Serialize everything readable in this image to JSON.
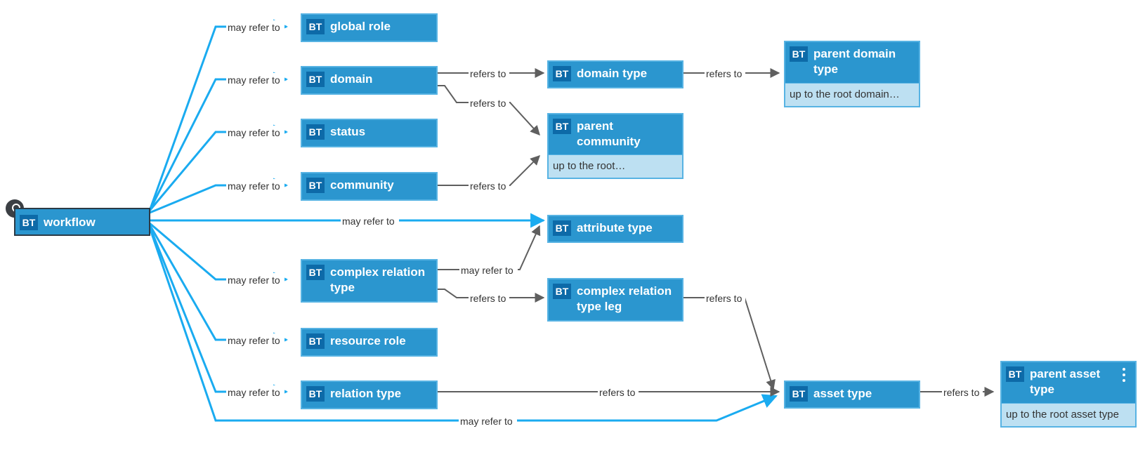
{
  "nodes": {
    "workflow": {
      "badge": "BT",
      "title": "workflow"
    },
    "global_role": {
      "badge": "BT",
      "title": "global role"
    },
    "domain": {
      "badge": "BT",
      "title": "domain"
    },
    "status": {
      "badge": "BT",
      "title": "status"
    },
    "community": {
      "badge": "BT",
      "title": "community"
    },
    "complex_relation_type": {
      "badge": "BT",
      "title": "complex relation type"
    },
    "resource_role": {
      "badge": "BT",
      "title": "resource role"
    },
    "relation_type": {
      "badge": "BT",
      "title": "relation type"
    },
    "domain_type": {
      "badge": "BT",
      "title": "domain type"
    },
    "parent_community": {
      "badge": "BT",
      "title": "parent community",
      "sub": "up to the root…"
    },
    "attribute_type": {
      "badge": "BT",
      "title": "attribute type"
    },
    "complex_relation_type_leg": {
      "badge": "BT",
      "title": "complex relation type leg"
    },
    "parent_domain_type": {
      "badge": "BT",
      "title": "parent domain type",
      "sub": "up to the root domain…"
    },
    "asset_type": {
      "badge": "BT",
      "title": "asset type"
    },
    "parent_asset_type": {
      "badge": "BT",
      "title": "parent asset type",
      "sub": "up to the root asset type"
    }
  },
  "edge_labels": {
    "may_refer_to": "may refer to",
    "refers_to": "refers to"
  },
  "colors": {
    "node_fill": "#2b96cf",
    "node_border": "#57b3e3",
    "badge": "#0d6aa8",
    "sub_fill": "#bde0f2",
    "optional_edge": "#1aabf0",
    "required_edge": "#5f5f5f"
  }
}
